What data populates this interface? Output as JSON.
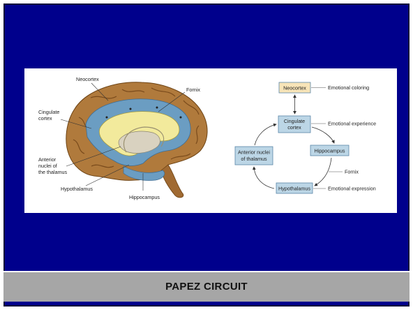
{
  "slide": {
    "title": "PAPEZ CIRCUIT",
    "colors": {
      "background": "#00008c",
      "caption_bar": "#a6a6a6",
      "figure_bg": "#ffffff"
    }
  },
  "brain_labels": {
    "neocortex": "Neocortex",
    "fornix": "Fornix",
    "cingulate_line1": "Cingulate",
    "cingulate_line2": "cortex",
    "anterior_line1": "Anterior",
    "anterior_line2": "nuclei of",
    "anterior_line3": "the thalamus",
    "hypothalamus": "Hypothalamus",
    "hippocampus": "Hippocampus"
  },
  "circuit": {
    "neocortex": "Neocortex",
    "cingulate_line1": "Cingulate",
    "cingulate_line2": "cortex",
    "hippocampus": "Hippocampus",
    "hypothalamus": "Hypothalamus",
    "anterior_line1": "Anterior nuclei",
    "anterior_line2": "of thalamus",
    "fornix": "Fornix",
    "annotations": {
      "neocortex": "Emotional coloring",
      "cingulate": "Emotional experience",
      "hypothalamus": "Emotional expression"
    }
  }
}
